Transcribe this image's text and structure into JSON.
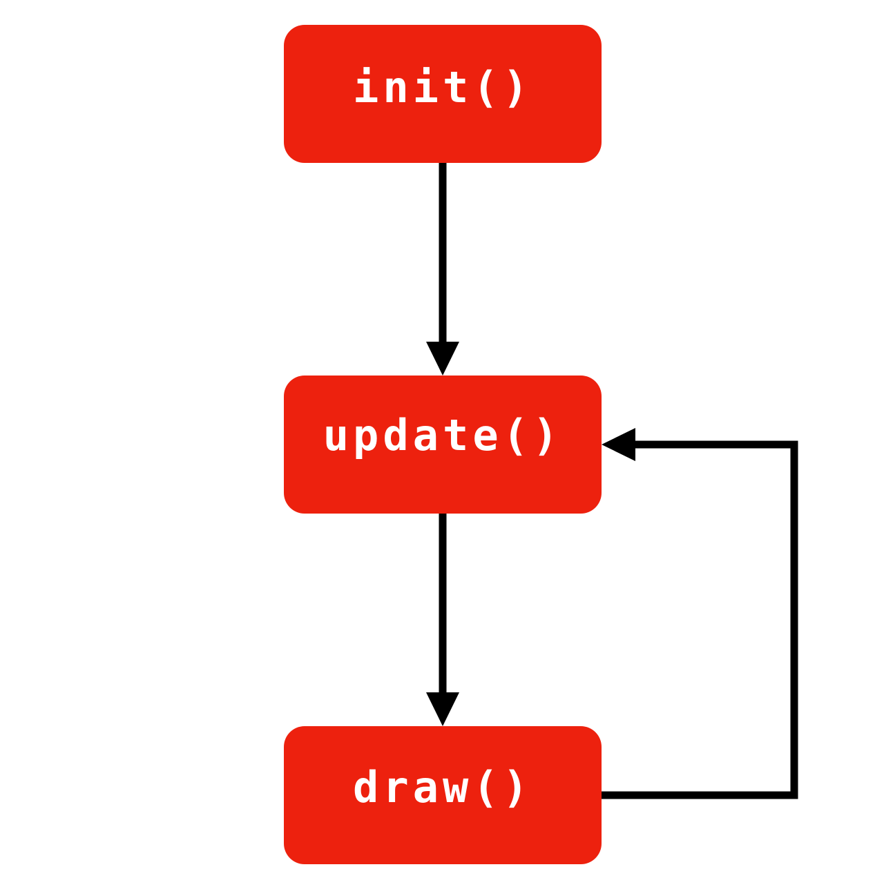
{
  "colors": {
    "node_fill": "#ed210e",
    "node_text": "#ffffff",
    "edge": "#000000",
    "background": "#ffffff"
  },
  "nodes": {
    "init": {
      "label": "init()"
    },
    "update": {
      "label": "update()"
    },
    "draw": {
      "label": "draw()"
    }
  },
  "edges": [
    {
      "from": "init",
      "to": "update"
    },
    {
      "from": "update",
      "to": "draw"
    },
    {
      "from": "draw",
      "to": "update"
    }
  ]
}
